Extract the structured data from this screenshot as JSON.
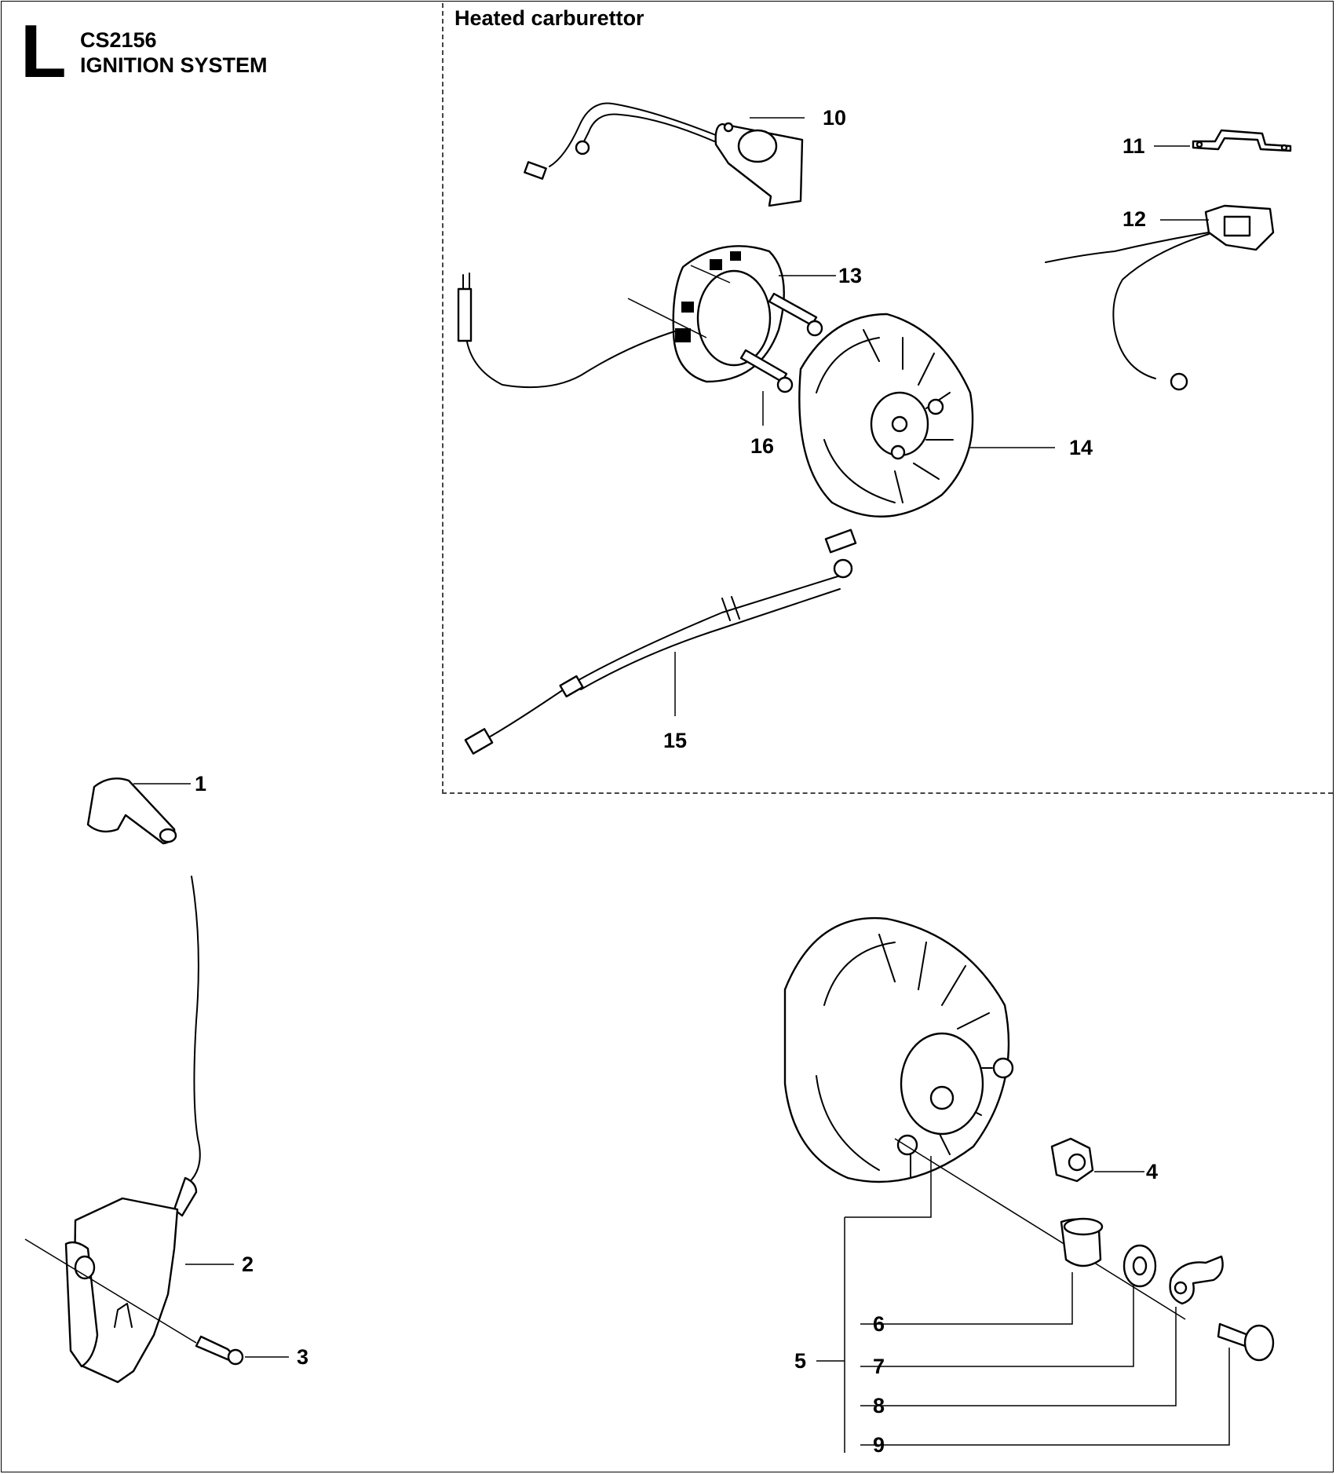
{
  "header": {
    "section_letter": "L",
    "model": "CS2156",
    "title": "IGNITION SYSTEM"
  },
  "inset": {
    "title": "Heated carburettor"
  },
  "callouts": [
    "1",
    "2",
    "3",
    "4",
    "5",
    "6",
    "7",
    "8",
    "9",
    "10",
    "11",
    "12",
    "13",
    "14",
    "15",
    "16"
  ],
  "parts": [
    {
      "ref": "1",
      "name": "spark-plug-cap-icon"
    },
    {
      "ref": "2",
      "name": "ignition-module-icon"
    },
    {
      "ref": "3",
      "name": "module-screw-icon"
    },
    {
      "ref": "4",
      "name": "flywheel-nut-icon"
    },
    {
      "ref": "5",
      "name": "flywheel-assembly-icon"
    },
    {
      "ref": "6",
      "name": "spring-icon"
    },
    {
      "ref": "7",
      "name": "washer-icon"
    },
    {
      "ref": "8",
      "name": "pawl-icon"
    },
    {
      "ref": "9",
      "name": "pivot-screw-icon"
    },
    {
      "ref": "10",
      "name": "heating-element-icon"
    },
    {
      "ref": "11",
      "name": "cable-clamp-icon"
    },
    {
      "ref": "12",
      "name": "thermostat-icon"
    },
    {
      "ref": "13",
      "name": "generator-coil-icon"
    },
    {
      "ref": "14",
      "name": "heated-flywheel-icon"
    },
    {
      "ref": "15",
      "name": "cable-harness-icon"
    },
    {
      "ref": "16",
      "name": "coil-screw-icon"
    }
  ]
}
